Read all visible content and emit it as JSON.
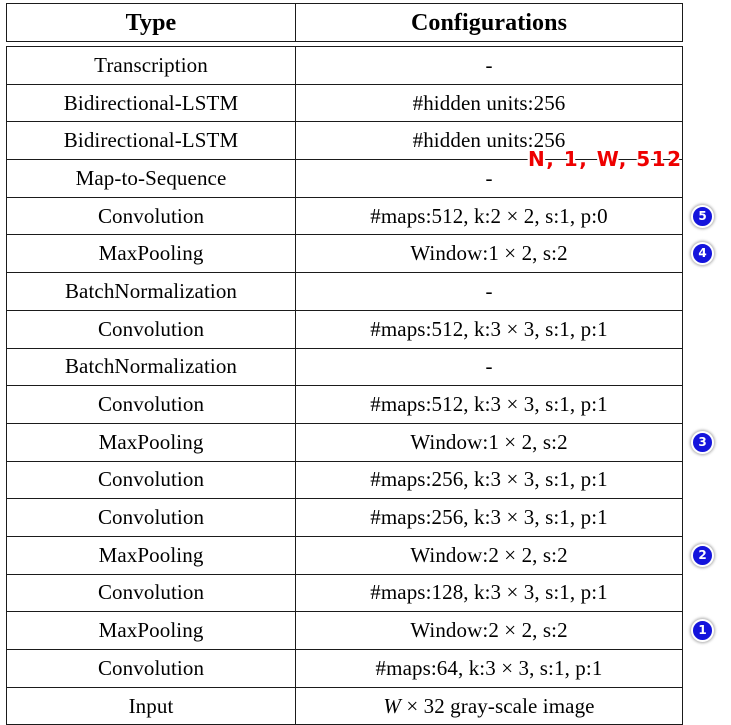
{
  "figure": {
    "top_fragment": "architecture",
    "table": {
      "headers": [
        "Type",
        "Configurations"
      ],
      "rows": [
        {
          "type": "Transcription",
          "config": "-"
        },
        {
          "type": "Bidirectional-LSTM",
          "config": "#hidden units:256"
        },
        {
          "type": "Bidirectional-LSTM",
          "config": "#hidden units:256"
        },
        {
          "type": "Map-to-Sequence",
          "config": "-"
        },
        {
          "type": "Convolution",
          "config": "#maps:512, k:2 × 2, s:1, p:0"
        },
        {
          "type": "MaxPooling",
          "config": "Window:1 × 2, s:2"
        },
        {
          "type": "BatchNormalization",
          "config": "-"
        },
        {
          "type": "Convolution",
          "config": "#maps:512, k:3 × 3, s:1, p:1"
        },
        {
          "type": "BatchNormalization",
          "config": "-"
        },
        {
          "type": "Convolution",
          "config": "#maps:512, k:3 × 3, s:1, p:1"
        },
        {
          "type": "MaxPooling",
          "config": "Window:1 × 2, s:2"
        },
        {
          "type": "Convolution",
          "config": "#maps:256, k:3 × 3, s:1, p:1"
        },
        {
          "type": "Convolution",
          "config": "#maps:256, k:3 × 3, s:1, p:1"
        },
        {
          "type": "MaxPooling",
          "config": "Window:2 × 2, s:2"
        },
        {
          "type": "Convolution",
          "config": "#maps:128, k:3 × 3, s:1, p:1"
        },
        {
          "type": "MaxPooling",
          "config": "Window:2 × 2, s:2"
        },
        {
          "type": "Convolution",
          "config": "#maps:64, k:3 × 3, s:1, p:1"
        },
        {
          "type": "Input",
          "config": "W × 32 gray-scale image",
          "config_italic_prefix": "W",
          "config_rest": "× 32 gray-scale image"
        }
      ]
    },
    "annotations": {
      "tensor_shape": {
        "text": "N, 1, W, 512",
        "color": "#ee0000",
        "outline_color": "#ffffff"
      },
      "step_badges": [
        {
          "label": "5",
          "row_index": 4
        },
        {
          "label": "4",
          "row_index": 5
        },
        {
          "label": "3",
          "row_index": 10
        },
        {
          "label": "2",
          "row_index": 13
        },
        {
          "label": "1",
          "row_index": 15
        }
      ],
      "badge_color": "#1414dc",
      "badge_text_color": "#ffffff"
    }
  }
}
